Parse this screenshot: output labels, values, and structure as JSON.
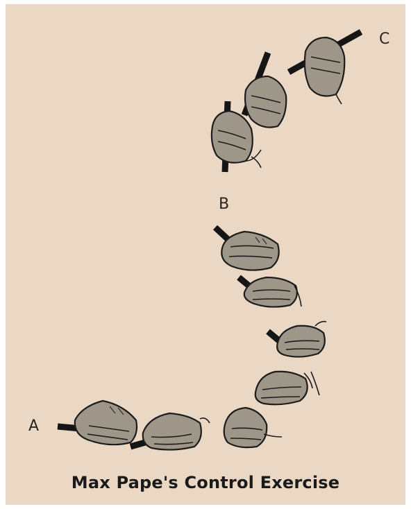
{
  "labels": {
    "a": "A",
    "b": "B",
    "c": "C"
  },
  "caption": "Max Pape's Control Exercise",
  "colors": {
    "background": "#ead8c5",
    "hand_fill": "#9e9789",
    "ink": "#1c1c1c"
  }
}
